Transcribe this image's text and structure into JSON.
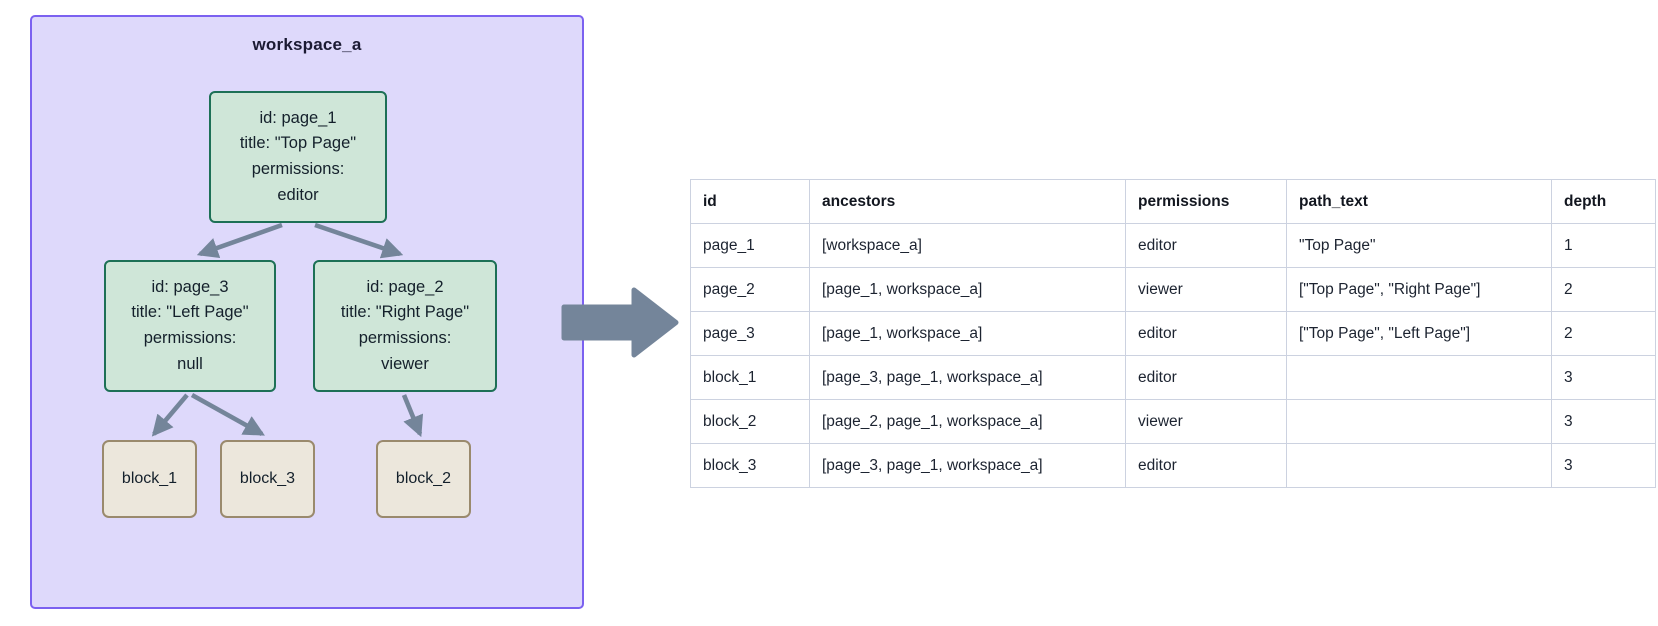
{
  "diagram": {
    "workspace": {
      "title": "workspace_a",
      "fill_color": "#ded9fb",
      "border_color": "#7b61f0"
    },
    "page_nodes": [
      {
        "key": "page_1",
        "id_line": "id: page_1",
        "title_line": "title: \"Top Page\"",
        "permissions_label": "permissions:",
        "permissions_value": "editor"
      },
      {
        "key": "page_3",
        "id_line": "id: page_3",
        "title_line": "title: \"Left Page\"",
        "permissions_label": "permissions:",
        "permissions_value": "null"
      },
      {
        "key": "page_2",
        "id_line": "id: page_2",
        "title_line": "title: \"Right Page\"",
        "permissions_label": "permissions:",
        "permissions_value": "viewer"
      }
    ],
    "block_nodes": [
      {
        "key": "block_1",
        "label": "block_1"
      },
      {
        "key": "block_3",
        "label": "block_3"
      },
      {
        "key": "block_2",
        "label": "block_2"
      }
    ],
    "node_colors": {
      "page_fill": "#cfe6d8",
      "page_border": "#1d7056",
      "block_fill": "#ece7dc",
      "block_border": "#9a8a6d",
      "edge_color": "#74859a"
    },
    "edges": [
      {
        "from": "page_1",
        "to": "page_3"
      },
      {
        "from": "page_1",
        "to": "page_2"
      },
      {
        "from": "page_3",
        "to": "block_1"
      },
      {
        "from": "page_3",
        "to": "block_3"
      },
      {
        "from": "page_2",
        "to": "block_2"
      }
    ],
    "transform_arrow": {
      "direction": "right",
      "color": "#74859a"
    }
  },
  "table": {
    "columns": [
      "id",
      "ancestors",
      "permissions",
      "path_text",
      "depth"
    ],
    "rows": [
      {
        "id": "page_1",
        "ancestors": "[workspace_a]",
        "permissions": "editor",
        "path_text": "\"Top Page\"",
        "depth": "1"
      },
      {
        "id": "page_2",
        "ancestors": "[page_1, workspace_a]",
        "permissions": "viewer",
        "path_text": "[\"Top Page\", \"Right Page\"]",
        "depth": "2"
      },
      {
        "id": "page_3",
        "ancestors": "[page_1, workspace_a]",
        "permissions": "editor",
        "path_text": "[\"Top Page\", \"Left Page\"]",
        "depth": "2"
      },
      {
        "id": "block_1",
        "ancestors": "[page_3, page_1, workspace_a]",
        "permissions": "editor",
        "path_text": "",
        "depth": "3"
      },
      {
        "id": "block_2",
        "ancestors": "[page_2, page_1, workspace_a]",
        "permissions": "viewer",
        "path_text": "",
        "depth": "3"
      },
      {
        "id": "block_3",
        "ancestors": "[page_3, page_1, workspace_a]",
        "permissions": "editor",
        "path_text": "",
        "depth": "3"
      }
    ]
  }
}
